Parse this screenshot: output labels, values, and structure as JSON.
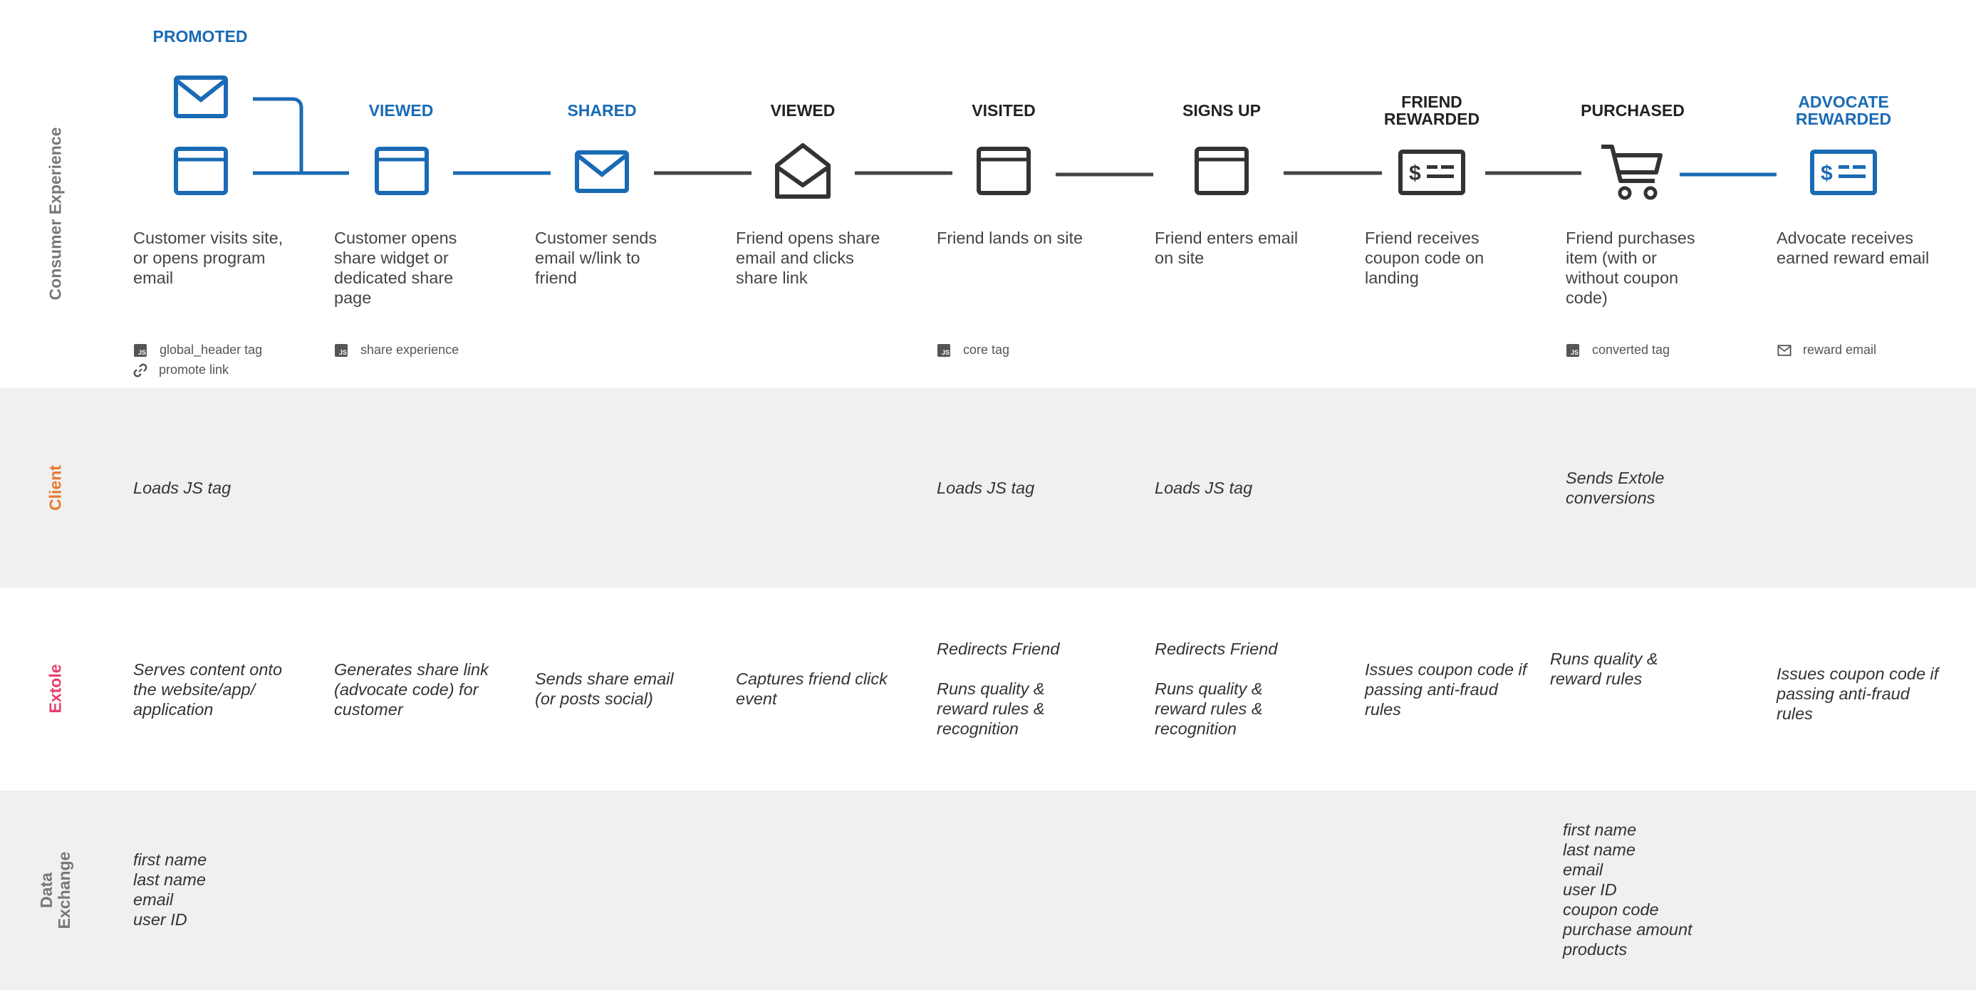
{
  "colors": {
    "blue": "#1a6bb5",
    "dark": "#333333",
    "orange": "#e8782e",
    "pink": "#e83e6c",
    "gray_text": "#777777"
  },
  "rows": {
    "consumer": "Consumer Experience",
    "client": "Client",
    "extole": "Extole",
    "data": "Data\nExchange"
  },
  "stages": [
    {
      "title": "PROMOTED",
      "icon": "browser-icon",
      "desc": "Customer visits site, or opens program email",
      "tags": [
        {
          "icon": "js-icon",
          "label": "global_header tag"
        },
        {
          "icon": "link-icon",
          "label": "promote link"
        }
      ],
      "client": "Loads JS tag",
      "extole": "Serves content onto the website/app/ application"
    },
    {
      "title": "VIEWED",
      "icon": "browser-icon",
      "desc": "Customer opens share widget or dedicated share page",
      "tags": [
        {
          "icon": "js-icon",
          "label": "share experience"
        }
      ],
      "client": "",
      "extole": "Generates share link (advocate code) for customer"
    },
    {
      "title": "SHARED",
      "icon": "envelope-icon",
      "desc": "Customer sends email w/link to friend",
      "tags": [],
      "client": "",
      "extole": "Sends share email (or posts social)"
    },
    {
      "title": "VIEWED",
      "icon": "open-envelope-icon",
      "desc": "Friend opens share email and clicks share link",
      "tags": [],
      "client": "",
      "extole": "Captures friend click event"
    },
    {
      "title": "VISITED",
      "icon": "browser-icon",
      "desc": "Friend lands on site",
      "tags": [
        {
          "icon": "js-icon",
          "label": "core tag"
        }
      ],
      "client": "Loads JS tag",
      "extole": "Redirects Friend\n\nRuns quality & reward rules & recognition"
    },
    {
      "title": "SIGNS UP",
      "icon": "browser-icon",
      "desc": "Friend enters email on site",
      "tags": [],
      "client": "Loads JS tag",
      "extole": "Redirects Friend\n\nRuns quality & reward rules & recognition"
    },
    {
      "title": "FRIEND\nREWARDED",
      "icon": "coupon-icon",
      "desc": "Friend receives coupon code on landing",
      "tags": [],
      "client": "",
      "extole": "Issues coupon code if passing anti-fraud rules"
    },
    {
      "title": "PURCHASED",
      "icon": "cart-icon",
      "desc": "Friend purchases item (with or without coupon code)",
      "tags": [
        {
          "icon": "js-icon",
          "label": "converted tag"
        }
      ],
      "client": "Sends Extole conversions",
      "extole": "Runs quality & reward rules"
    },
    {
      "title": "ADVOCATE\nREWARDED",
      "icon": "coupon-icon",
      "desc": "Advocate receives earned reward email",
      "tags": [
        {
          "icon": "envelope-icon",
          "label": "reward email"
        }
      ],
      "client": "",
      "extole": "Issues coupon code if passing anti-fraud rules"
    }
  ],
  "js_badge": "JS",
  "data_exchange": {
    "left": "first name\nlast name\nemail\nuser ID",
    "right": "first name\nlast name\nemail\nuser ID\ncoupon code\npurchase amount\nproducts"
  }
}
